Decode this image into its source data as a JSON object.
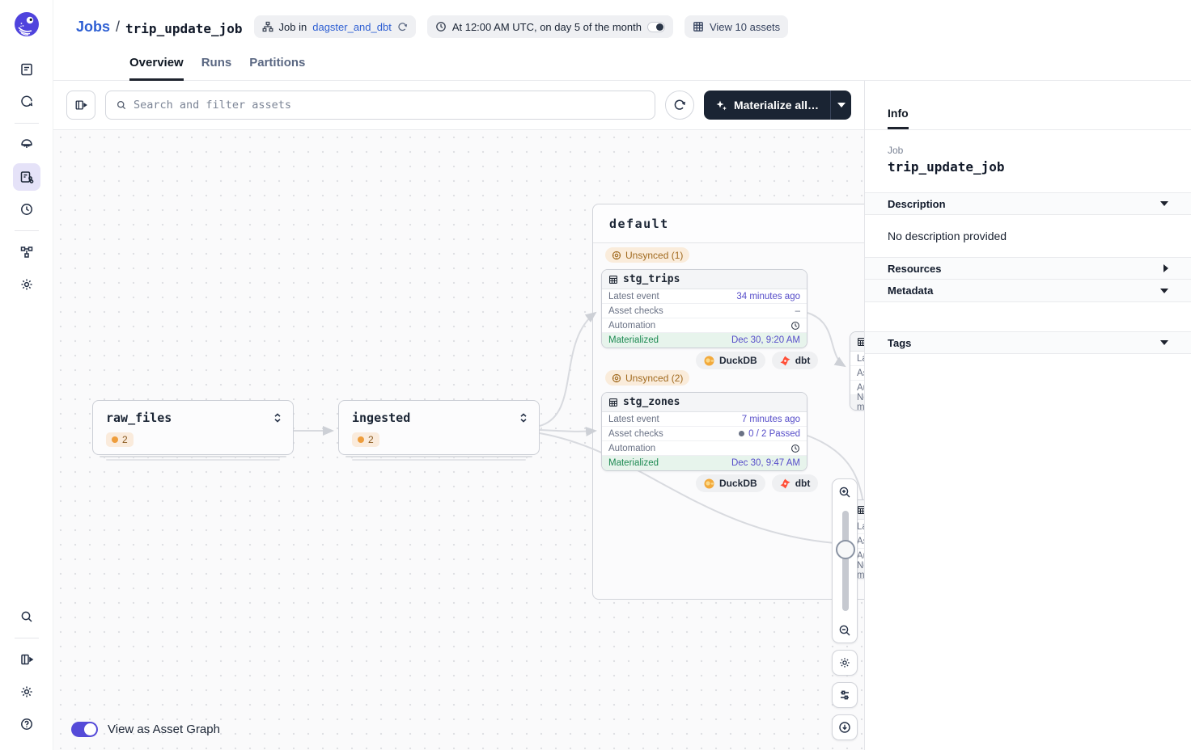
{
  "breadcrumb": {
    "jobs": "Jobs",
    "sep": "/",
    "job_name": "trip_update_job"
  },
  "header_badges": {
    "repo_prefix": "Job in",
    "repo_link": "dagster_and_dbt",
    "schedule": "At 12:00 AM UTC, on day 5 of the month",
    "view_assets": "View 10 assets"
  },
  "tabs": {
    "overview": "Overview",
    "runs": "Runs",
    "partitions": "Partitions"
  },
  "toolbar": {
    "search_placeholder": "Search and filter assets",
    "materialize": "Materialize all…"
  },
  "graph": {
    "group_name": "default",
    "unsynced_1": "Unsynced (1)",
    "unsynced_2": "Unsynced (2)",
    "raw_files": {
      "name": "raw_files",
      "count": "2"
    },
    "ingested": {
      "name": "ingested",
      "count": "2"
    },
    "stg_trips": {
      "name": "stg_trips",
      "latest_label": "Latest event",
      "latest_value": "34 minutes ago",
      "checks_label": "Asset checks",
      "checks_value": "–",
      "automation_label": "Automation",
      "mat_label": "Materialized",
      "mat_value": "Dec 30, 9:20 AM",
      "tag1": "DuckDB",
      "tag2": "dbt"
    },
    "stg_zones": {
      "name": "stg_zones",
      "latest_label": "Latest event",
      "latest_value": "7 minutes ago",
      "checks_label": "Asset checks",
      "checks_value": "0 / 2 Passed",
      "automation_label": "Automation",
      "mat_label": "Materialized",
      "mat_value": "Dec 30, 9:47 AM",
      "tag1": "DuckDB",
      "tag2": "dbt"
    },
    "partial": {
      "r1": "Latest event",
      "r2": "Asset checks",
      "r3": "Automation",
      "r4": "Never materialized"
    },
    "view_toggle": "View as Asset Graph"
  },
  "info": {
    "tab": "Info",
    "job_label": "Job",
    "job_name": "trip_update_job",
    "description": "Description",
    "description_body": "No description provided",
    "resources": "Resources",
    "metadata": "Metadata",
    "tags": "Tags"
  },
  "colors": {
    "accent": "#4F43DD",
    "link": "#2E5FD3",
    "green": "#1D8A52",
    "unsynced": "#A16A1F",
    "button_navy": "#1A2433"
  }
}
